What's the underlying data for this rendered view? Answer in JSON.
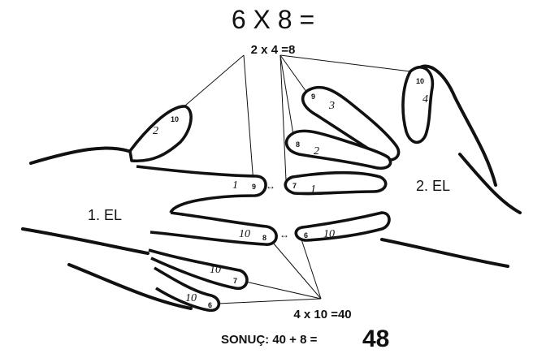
{
  "title": "6 X 8 =",
  "top_equation": "2 x 4 =8",
  "bottom_equation": "4 x 10 =40",
  "result_label": "SONUÇ: 40 + 8 = ",
  "result_value": "48",
  "left_hand_label": "1. EL",
  "right_hand_label": "2. EL",
  "arrow_symbol": "↔",
  "left_fingers": [
    {
      "num": "10",
      "count": "2"
    },
    {
      "num": "9",
      "count": "1"
    },
    {
      "num": "8",
      "count": "10"
    },
    {
      "num": "7",
      "count": "10"
    },
    {
      "num": "6",
      "count": "10"
    }
  ],
  "right_fingers": [
    {
      "num": "10",
      "count": "4"
    },
    {
      "num": "9",
      "count": "3"
    },
    {
      "num": "8",
      "count": "2"
    },
    {
      "num": "7",
      "count": "1"
    },
    {
      "num": "6",
      "count": "10"
    }
  ]
}
